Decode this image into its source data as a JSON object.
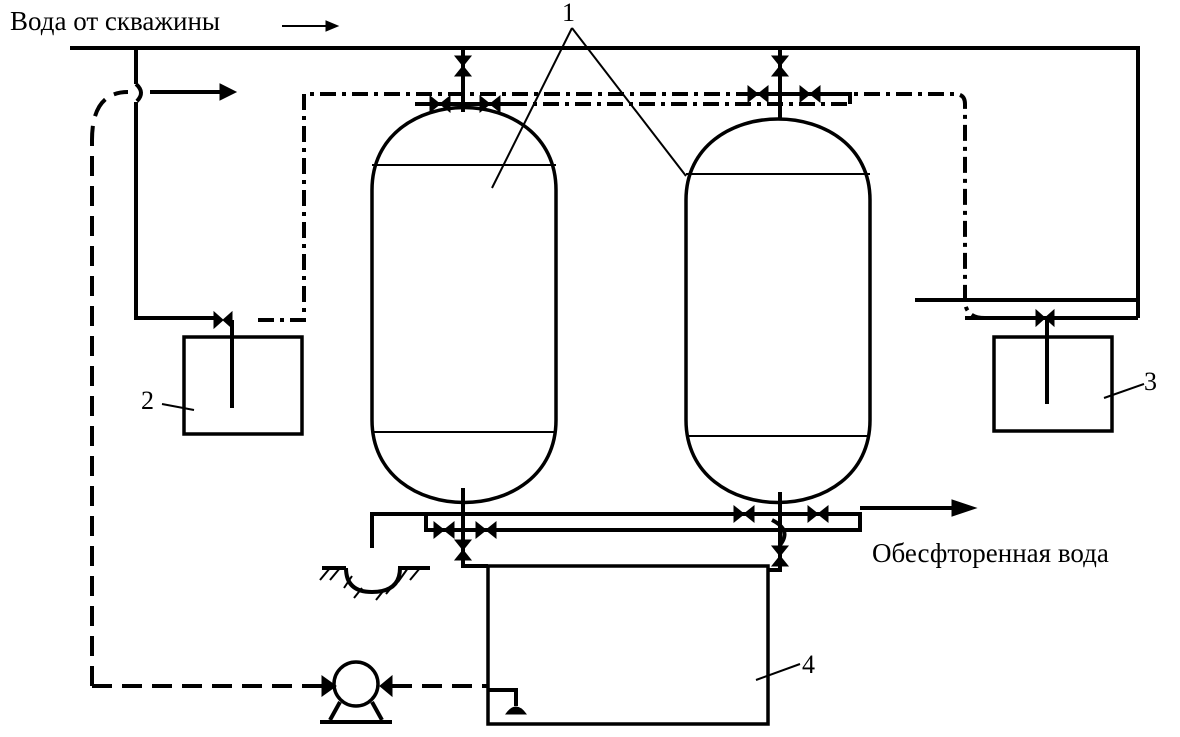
{
  "labels": {
    "inlet": "Вода от скважины",
    "outlet": "Обесфторенная вода"
  },
  "callouts": {
    "filters": "1",
    "tank_left": "2",
    "tank_right": "3",
    "reservoir": "4"
  },
  "colors": {
    "ink": "#000000",
    "background": "#ffffff"
  },
  "icons": {
    "valve": "bowtie-valve-icon",
    "pump": "centrifugal-pump-icon",
    "arrow": "flow-arrow-icon",
    "drain": "drain-pit-icon",
    "float": "float-valve-icon"
  }
}
